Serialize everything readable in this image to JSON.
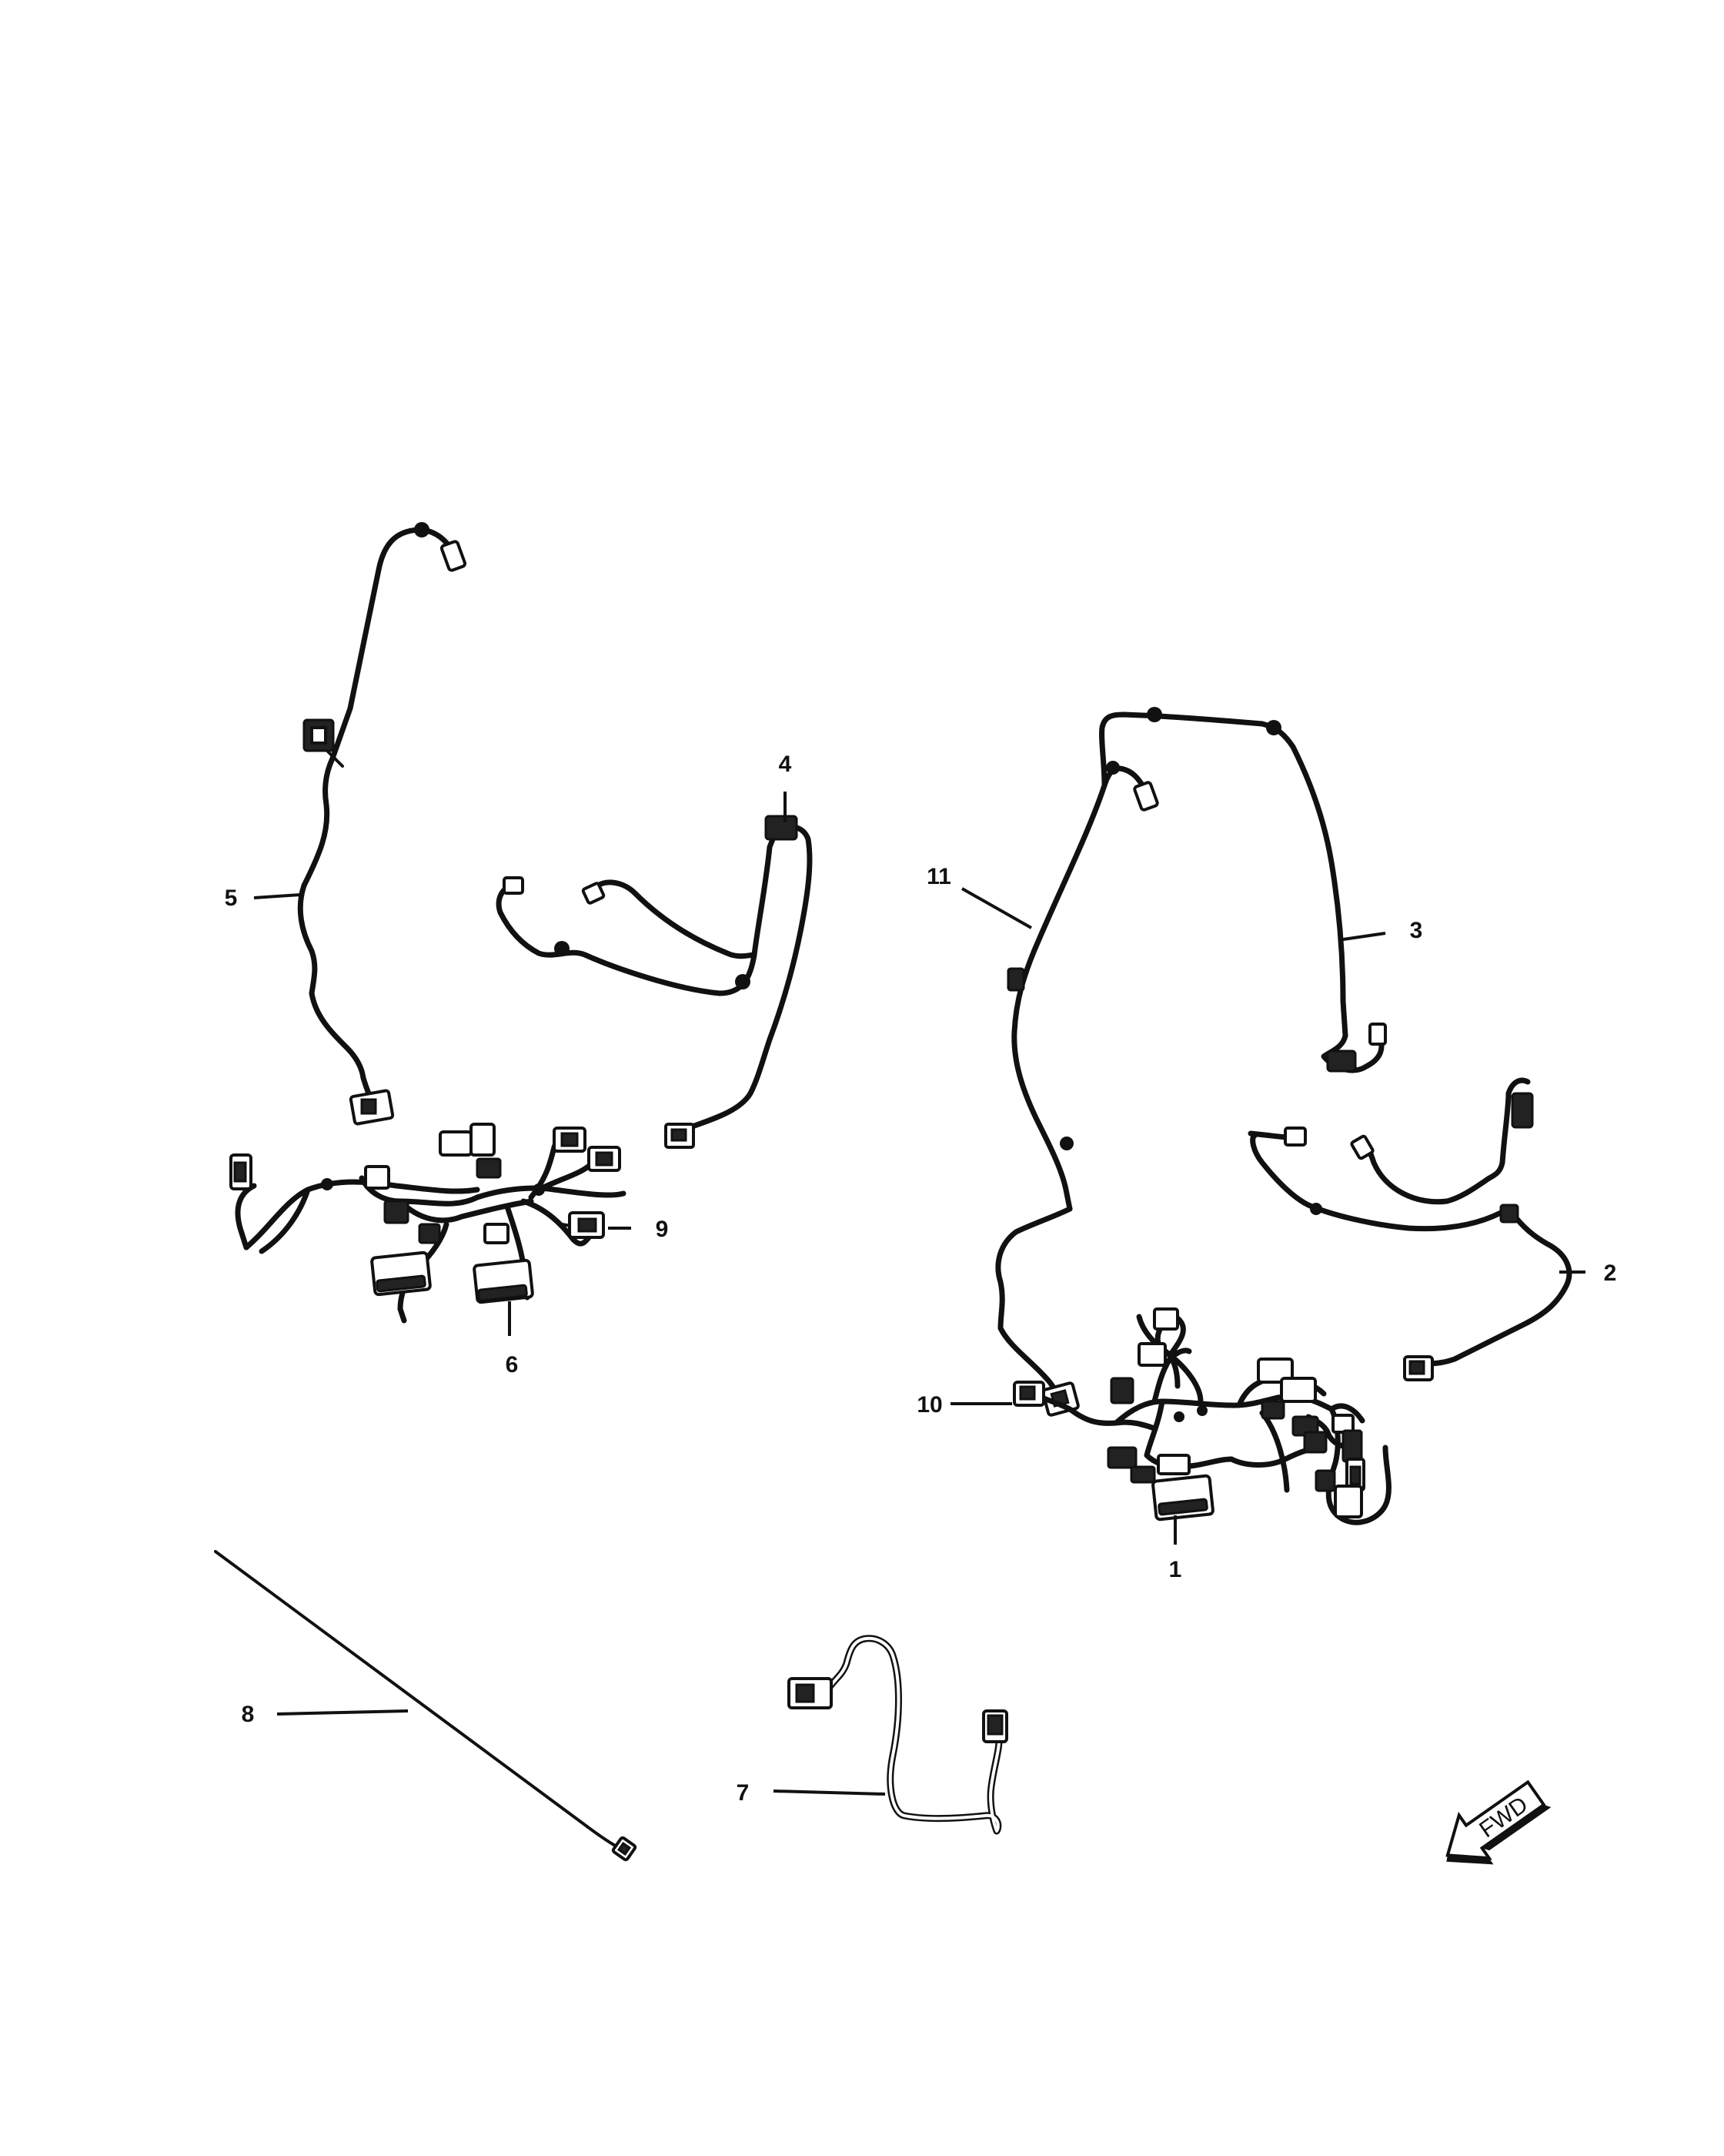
{
  "callouts": [
    {
      "id": "1",
      "label": "1"
    },
    {
      "id": "2",
      "label": "2"
    },
    {
      "id": "3",
      "label": "3"
    },
    {
      "id": "4",
      "label": "4"
    },
    {
      "id": "5",
      "label": "5"
    },
    {
      "id": "6",
      "label": "6"
    },
    {
      "id": "7",
      "label": "7"
    },
    {
      "id": "8",
      "label": "8"
    },
    {
      "id": "9",
      "label": "9"
    },
    {
      "id": "10",
      "label": "10"
    },
    {
      "id": "11",
      "label": "11"
    }
  ],
  "direction_arrow": {
    "label": "FWD"
  }
}
